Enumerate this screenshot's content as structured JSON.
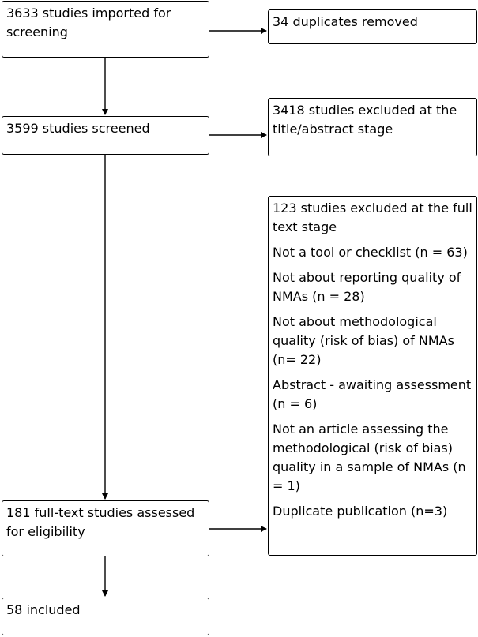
{
  "boxes": {
    "imported": "3633 studies imported for screening",
    "duplicates": "34 duplicates removed",
    "screened": "3599 studies screened",
    "excluded_title": "3418 studies excluded at the title/abstract stage",
    "excluded_full": {
      "heading": "123 studies excluded at the full text stage",
      "reasons": [
        "Not a tool or checklist (n = 63)",
        "Not about reporting quality of NMAs (n = 28)",
        "Not about methodological quality (risk of bias) of NMAs (n= 22)",
        "Abstract - awaiting assessment (n = 6)",
        "Not an article assessing the methodological (risk of bias) quality in a sample of NMAs (n = 1)",
        "Duplicate publication (n=3)"
      ]
    },
    "fulltext": "181 full-text studies assessed for eligibility",
    "included": "58 included"
  }
}
